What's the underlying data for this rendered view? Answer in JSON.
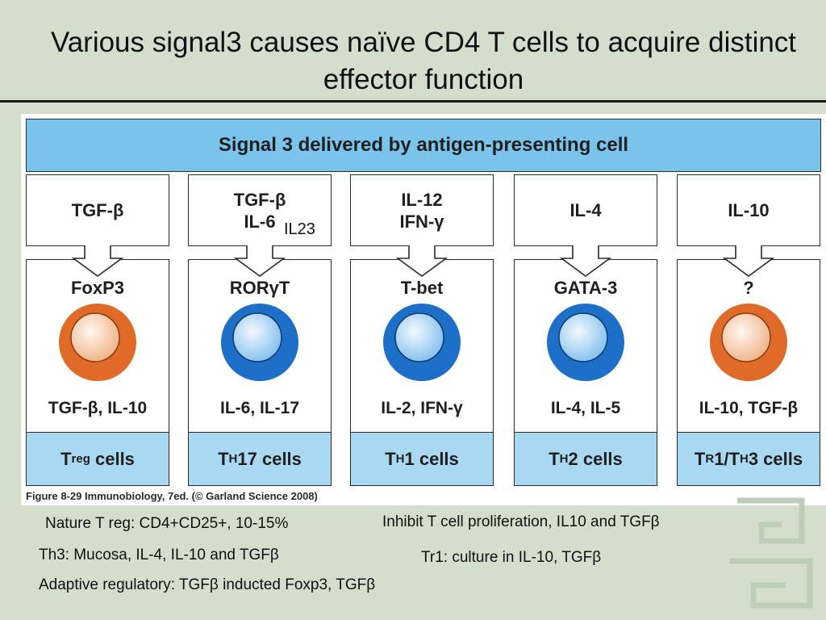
{
  "title": "Various signal3 causes naïve CD4 T cells to acquire distinct effector function",
  "figure": {
    "header": "Signal 3 delivered by antigen-presenting cell",
    "caption": "Figure 8-29 Immunobiology, 7ed. (© Garland Science 2008)",
    "annotation": "IL23",
    "colors": {
      "header_bar": "#7ac4eb",
      "label_row": "#a9d9f2",
      "orange_cell": "#e06a28",
      "blue_cell": "#1e6fc8"
    },
    "columns": [
      {
        "signal_line1": "TGF-β",
        "signal_line2": "",
        "transcription_factor": "FoxP3",
        "cell_color": "orange",
        "cytokines": "TGF-β, IL-10",
        "label_main": "T",
        "label_sub": "reg",
        "label_rest": " cells"
      },
      {
        "signal_line1": "TGF-β",
        "signal_line2": "IL-6",
        "transcription_factor": "RORγT",
        "cell_color": "blue",
        "cytokines": "IL-6, IL-17",
        "label_main": "T",
        "label_sub": "H",
        "label_rest": "17 cells"
      },
      {
        "signal_line1": "IL-12",
        "signal_line2": "IFN-γ",
        "transcription_factor": "T-bet",
        "cell_color": "blue",
        "cytokines": "IL-2, IFN-γ",
        "label_main": "T",
        "label_sub": "H",
        "label_rest": "1 cells"
      },
      {
        "signal_line1": "IL-4",
        "signal_line2": "",
        "transcription_factor": "GATA-3",
        "cell_color": "blue",
        "cytokines": "IL-4, IL-5",
        "label_main": "T",
        "label_sub": "H",
        "label_rest": "2 cells"
      },
      {
        "signal_line1": "IL-10",
        "signal_line2": "",
        "transcription_factor": "?",
        "cell_color": "orange",
        "cytokines": "IL-10, TGF-β",
        "label_main": "T",
        "label_sub": "R",
        "label_rest": "1/T",
        "label_sub2": "H",
        "label_rest2": "3 cells"
      }
    ]
  },
  "notes": {
    "nature_treg": "Nature T reg: CD4+CD25+, 10-15%",
    "inhibit": "Inhibit T cell proliferation, IL10 and TGFβ",
    "th3": "Th3: Mucosa,  IL-4, IL-10 and TGFβ",
    "tr1": "Tr1: culture in IL-10, TGFβ",
    "adaptive": "Adaptive regulatory: TGFβ inducted Foxp3, TGFβ"
  }
}
